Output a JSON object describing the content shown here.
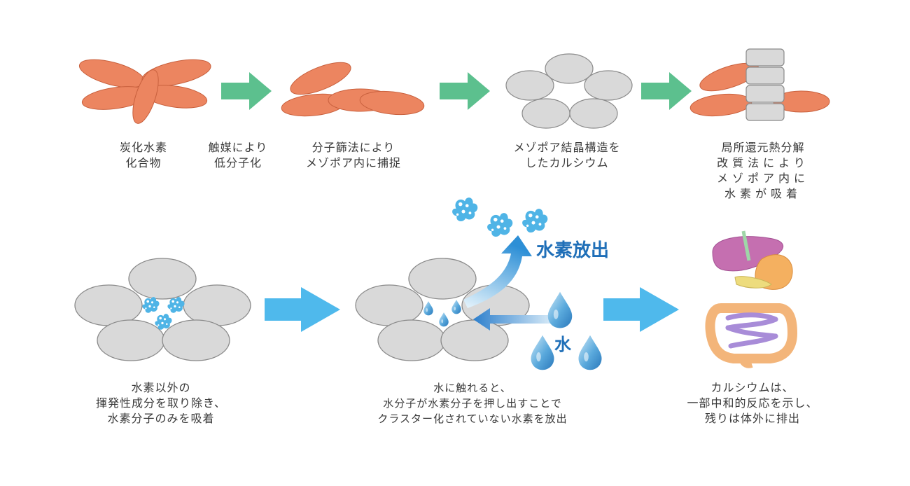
{
  "top_row": {
    "step1": {
      "lines": [
        "炭化水素",
        "化合物"
      ]
    },
    "step2": {
      "lines": [
        "触媒により",
        "低分子化"
      ]
    },
    "step3": {
      "lines": [
        "分子篩法により",
        "メゾポア内に捕捉"
      ]
    },
    "step4": {
      "lines": [
        "メゾポア結晶構造を",
        "したカルシウム"
      ]
    },
    "step5": {
      "lines": [
        "局所還元熱分解",
        "改質法により",
        "メゾポア内に",
        "水素が吸着"
      ]
    }
  },
  "bottom_row": {
    "step1": {
      "lines": [
        "水素以外の",
        "揮発性成分を取り除き、",
        "水素分子のみを吸着"
      ]
    },
    "step2": {
      "lines": [
        "水に触れると、",
        "水分子が水素分子を押し出すことで",
        "クラスター化されていない水素を放出"
      ]
    },
    "step3": {
      "lines": [
        "カルシウムは、",
        "一部中和的反応を示し、",
        "残りは体外に排出"
      ]
    },
    "label_release": "水素放出",
    "label_water": "水"
  },
  "colors": {
    "molecule": "#ec8560",
    "molecule_stroke": "#c8603d",
    "green_arrow": "#5cc08e",
    "blue_arrow": "#4fb9ec",
    "pore_fill": "#d9d9d9",
    "pore_stroke": "#8a8a8a",
    "label_blue": "#1f6fb8"
  }
}
